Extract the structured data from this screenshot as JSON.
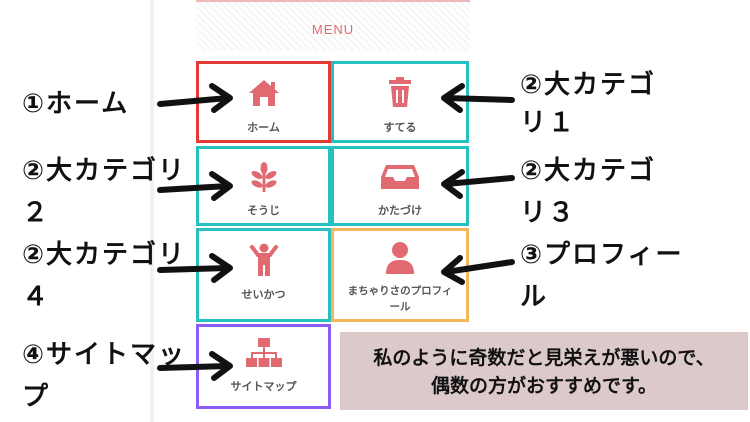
{
  "menu": {
    "title": "MENU"
  },
  "tiles": [
    {
      "label": "ホーム",
      "icon": "home-icon",
      "border": "#e53935"
    },
    {
      "label": "すてる",
      "icon": "trash-icon",
      "border": "#26c0c0"
    },
    {
      "label": "そうじ",
      "icon": "leaf-icon",
      "border": "#26c0c0"
    },
    {
      "label": "かたづけ",
      "icon": "inbox-icon",
      "border": "#26c0c0"
    },
    {
      "label": "せいかつ",
      "icon": "person-arms-up-icon",
      "border": "#26c0c0"
    },
    {
      "label": "まちゃりさのプロフィール",
      "icon": "user-icon",
      "border": "#f5b75c"
    },
    {
      "label": "サイトマップ",
      "icon": "sitemap-icon",
      "border": "#8b5cf6"
    }
  ],
  "annotations": {
    "home": "①ホーム",
    "cat1": "②大カテゴリ１",
    "cat2": "②大カテゴリ２",
    "cat3": "②大カテゴリ３",
    "cat4": "②大カテゴリ４",
    "profile": "③プロフィール",
    "sitemap": "④サイトマップ"
  },
  "note": {
    "line1": "私のように奇数だと見栄えが悪いので、",
    "line2": "偶数の方がおすすめです。"
  },
  "colors": {
    "icon": "#e06a70",
    "accent": "#e06a70"
  }
}
